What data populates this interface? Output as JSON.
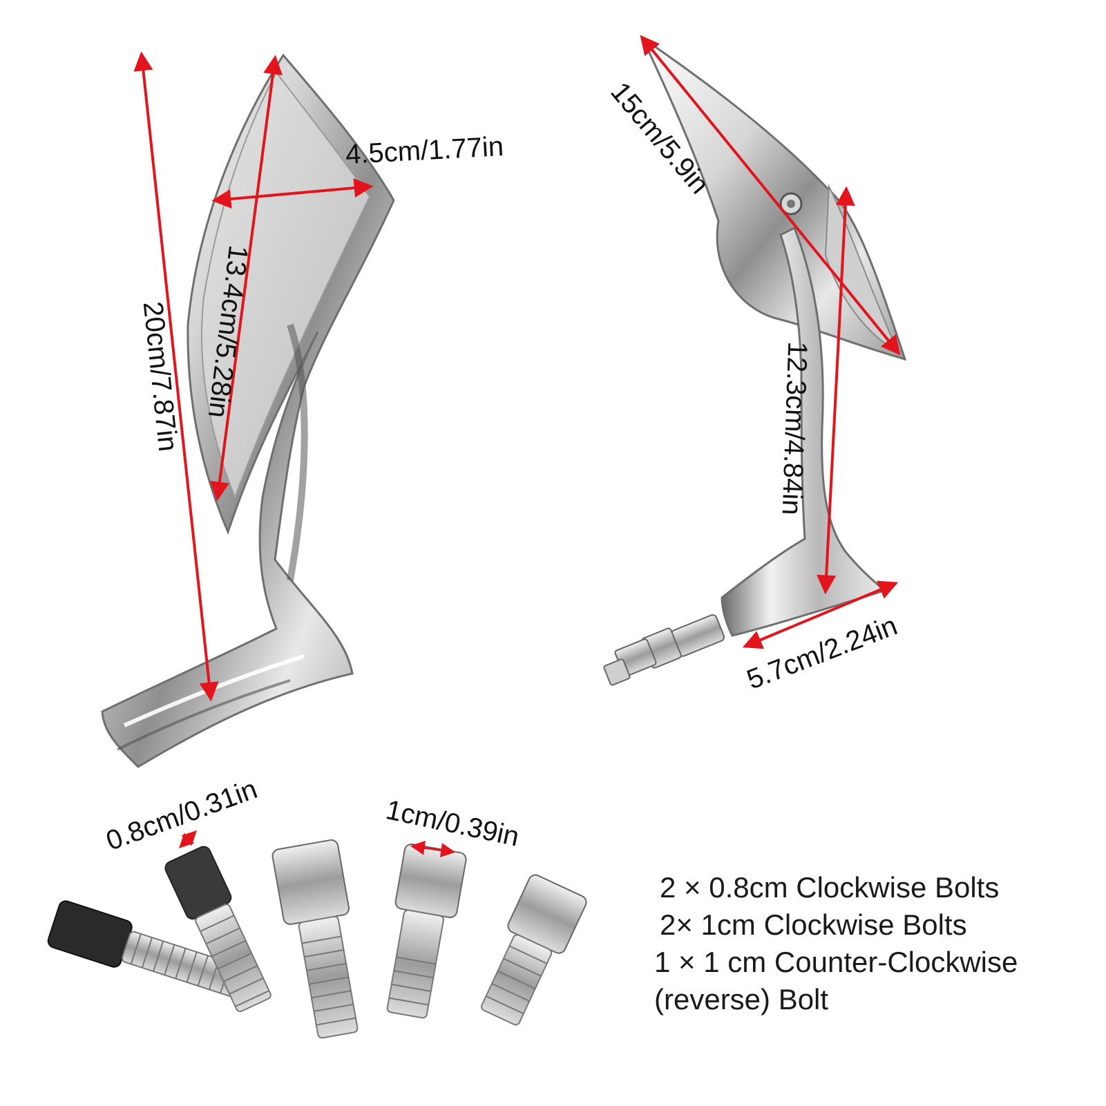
{
  "colors": {
    "arrow": "#e3141b",
    "chrome_light": "#f4f4f4",
    "chrome_mid": "#bdbdbd",
    "chrome_dark": "#5a5a5a"
  },
  "dimensions": {
    "left_height": "20cm/7.87in",
    "left_glass_length": "13.4cm/5.28in",
    "left_glass_width": "4.5cm/1.77in",
    "right_glass_diagonal": "15cm/5.9in",
    "right_stem_height": "12.3cm/4.84in",
    "right_base_width": "5.7cm/2.24in",
    "bolt_small": "0.8cm/0.31in",
    "bolt_large": "1cm/0.39in"
  },
  "notes": [
    "2 × 0.8cm Clockwise Bolts",
    "2× 1cm Clockwise Bolts",
    "1 × 1 cm Counter-Clockwise (reverse) Bolt"
  ]
}
